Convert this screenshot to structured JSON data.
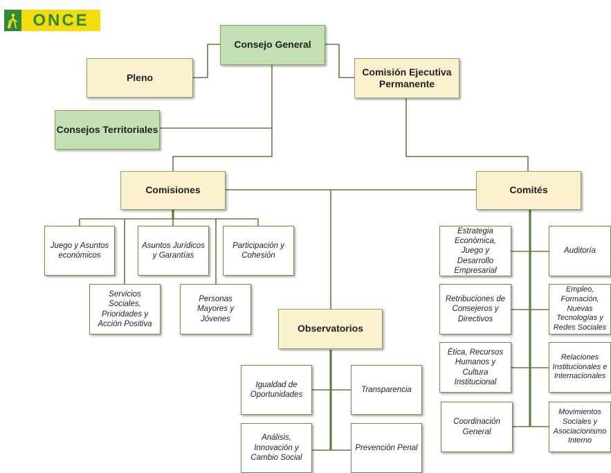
{
  "logo": {
    "text": "ONCE",
    "icon": "blind-person-icon"
  },
  "colors": {
    "green_box": "#c4dfb3",
    "cream_box": "#fcf1cf",
    "connector": "#5e7c3f",
    "logo_yellow": "#f3dc0e",
    "logo_green": "#2f8a3e"
  },
  "top": {
    "consejo_general": "Consejo General",
    "pleno": "Pleno",
    "comision_ejecutiva": "Comisión Ejecutiva Permanente",
    "consejos_territoriales": "Consejos Territoriales"
  },
  "comisiones": {
    "title": "Comisiones",
    "items": [
      "Juego y Asuntos económicos",
      "Asuntos Jurídicos y Garantías",
      "Participación y Cohesión",
      "Servicios Sociales, Prioridades y Acción Positiva",
      "Personas Mayores y Jóvenes"
    ]
  },
  "observatorios": {
    "title": "Observatorios",
    "items": [
      "Igualdad de Oportunidades",
      "Transparencia",
      "Análisis, Innovación y Cambio Social",
      "Prevención Penal"
    ]
  },
  "comites": {
    "title": "Comités",
    "left": [
      "Estrategia Económica, Juego y Desarrollo Empresarial",
      "Retribuciones de Consejeros y Directivos",
      "Ética, Recursos Humanos y Cultura Institucional",
      "Coordinación General"
    ],
    "right": [
      "Auditoría",
      "Empleo, Formación, Nuevas Tecnologías y Redes Sociales",
      "Relaciones Institucionales e Internacionales",
      "Movimientos Sociales y Asociacionismo Interno"
    ]
  }
}
